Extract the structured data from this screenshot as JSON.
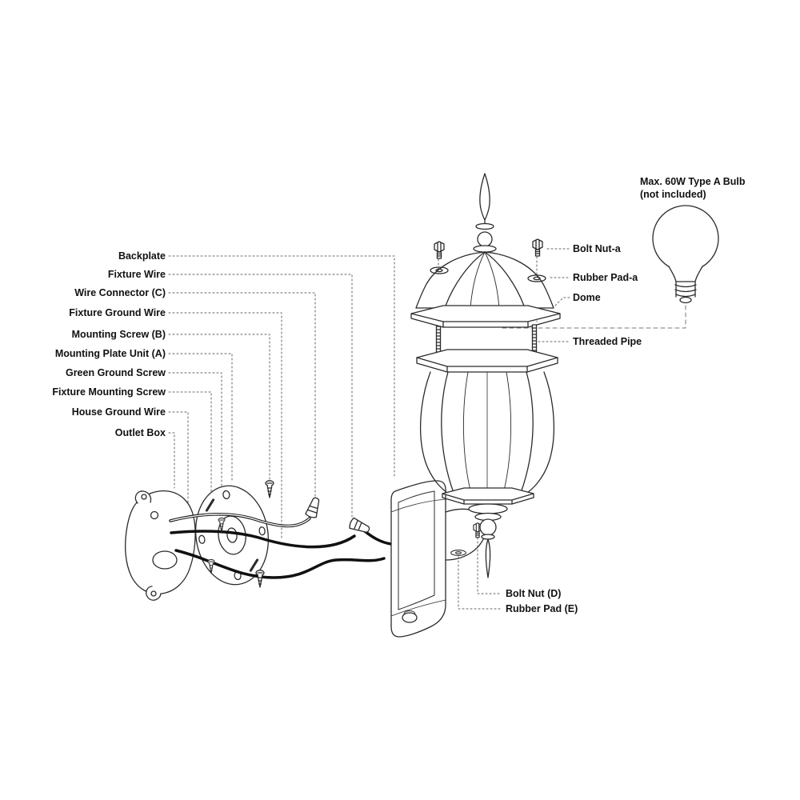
{
  "diagram": {
    "background": "#ffffff",
    "line_color": "#2b2b2b",
    "leader_color": "#666666",
    "note": {
      "line1": "Max. 60W Type A Bulb",
      "line2": "(not included)"
    },
    "labels": {
      "left": [
        {
          "text": "Backplate"
        },
        {
          "text": "Fixture Wire"
        },
        {
          "text": "Wire Connector (C)"
        },
        {
          "text": "Fixture Ground Wire"
        },
        {
          "text": "Mounting Screw (B)"
        },
        {
          "text": "Mounting Plate Unit (A)"
        },
        {
          "text": "Green Ground Screw"
        },
        {
          "text": "Fixture Mounting Screw"
        },
        {
          "text": "House Ground Wire"
        },
        {
          "text": "Outlet Box"
        }
      ],
      "right": [
        {
          "text": "Bolt Nut-a"
        },
        {
          "text": "Rubber Pad-a"
        },
        {
          "text": "Dome"
        },
        {
          "text": "Threaded Pipe"
        },
        {
          "text": "Bolt Nut (D)"
        },
        {
          "text": "Rubber Pad (E)"
        }
      ]
    }
  }
}
